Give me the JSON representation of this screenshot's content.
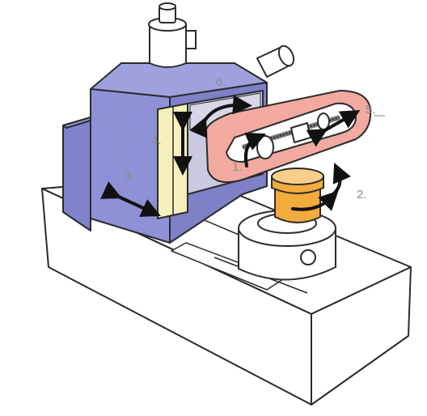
{
  "labels": {
    "l1": "1.",
    "l2": "2.",
    "l3": "3.",
    "l4": "4.",
    "l5": "5.",
    "l6": "6."
  },
  "colors": {
    "head": "#8f91d6",
    "head_dark": "#7476c0",
    "arm": "#f2a9a0",
    "holder": "#f2ab3c",
    "panel": "#f4efbd",
    "outline": "#2b2b2b",
    "base": "#ffffff",
    "label": "#8a8a8a"
  },
  "icons": [
    "rotation-arrow-icon",
    "double-arrow-icon"
  ]
}
